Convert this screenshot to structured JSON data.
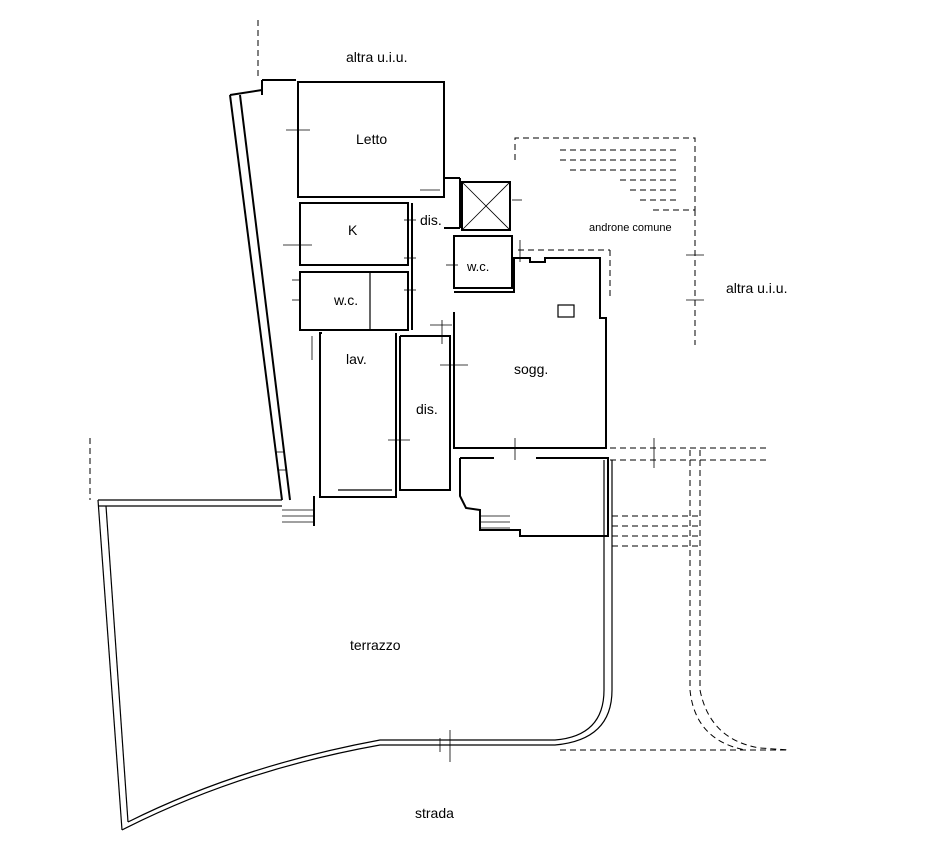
{
  "labels": {
    "altra_top": "altra u.i.u.",
    "altra_right": "altra u.i.u.",
    "letto": "Letto",
    "k": "K",
    "dis_top": "dis.",
    "wc_right": "w.c.",
    "wc_left": "w.c.",
    "androne": "androne comune",
    "lav": "lav.",
    "dis_mid": "dis.",
    "sogg": "sogg.",
    "terrazzo": "terrazzo",
    "strada": "strada"
  }
}
